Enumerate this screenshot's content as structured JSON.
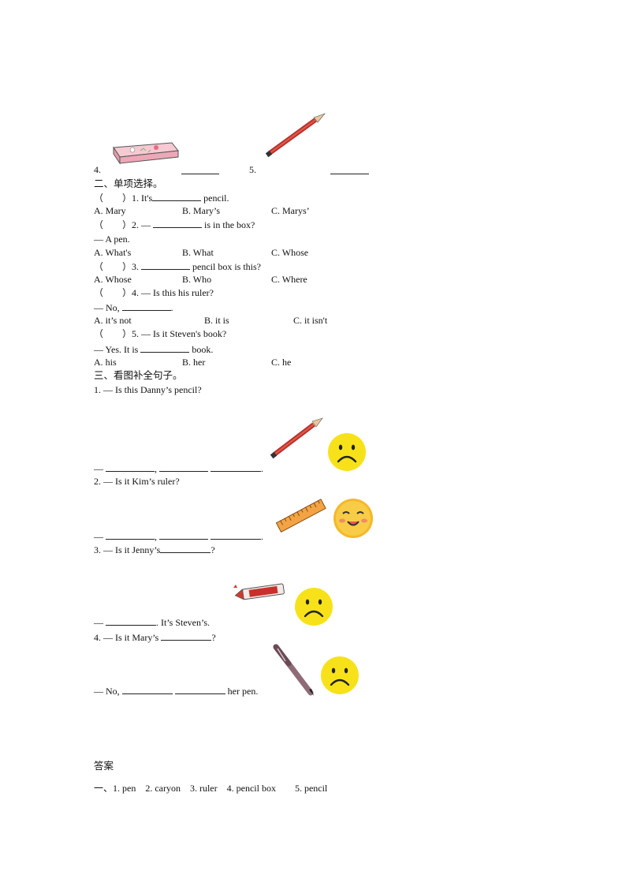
{
  "part1_row": {
    "num4": "4.",
    "num5": "5."
  },
  "section2": {
    "heading": "二、单项选择。",
    "questions": [
      {
        "stem": "（　　）1. It's",
        "after": " pencil.",
        "options": [
          "A. Mary",
          "B. Mary’s",
          "C. Marys’"
        ]
      },
      {
        "stem": "（　　）2. — ",
        "after": " is in the box?",
        "reply": "— A pen.",
        "options": [
          "A. What's",
          "B. What",
          "C. Whose"
        ]
      },
      {
        "stem": "（　　）3. ",
        "after": " pencil box is this?",
        "options": [
          "A. Whose",
          "B. Who",
          "C. Where"
        ]
      },
      {
        "stem": "（　　）4. — Is this his ruler?",
        "reply": "— No, ",
        "reply_after": ".",
        "options": [
          "A. it’s not",
          "B. it is",
          "C. it isn't"
        ]
      },
      {
        "stem": "（　　）5. — Is it Steven's book?",
        "reply": "— Yes. It is ",
        "reply_after": " book.",
        "options": [
          "A. his",
          "B. her",
          "C. he"
        ]
      }
    ]
  },
  "section3": {
    "heading": "三、看图补全句子。",
    "items": [
      {
        "q": "1. — Is this Danny’s pencil?",
        "a_prefix": "— ",
        "a_mid": ", ",
        "a_end": "."
      },
      {
        "q": "2. — Is it Kim’s ruler?",
        "a_prefix": "— ",
        "a_mid": ", ",
        "a_end": "."
      },
      {
        "q_prefix": "3. — Is it Jenny’s",
        "q_end": "?",
        "a_prefix": "— ",
        "a_end": ". It’s Steven’s."
      },
      {
        "q_prefix": "4. — Is it Mary’s ",
        "q_end": "?",
        "a_prefix": "— No, ",
        "a_end": " her pen."
      }
    ]
  },
  "answers": {
    "heading": "答案",
    "line": "一、1. pen　2. caryon　3. ruler　4. pencil box　　5. pencil"
  },
  "colors": {
    "smiley_yellow": "#f7e21a",
    "happy_orange": "#f5b82a",
    "pencil_red": "#c9302c",
    "eraser_pink": "#f2b7c4"
  }
}
